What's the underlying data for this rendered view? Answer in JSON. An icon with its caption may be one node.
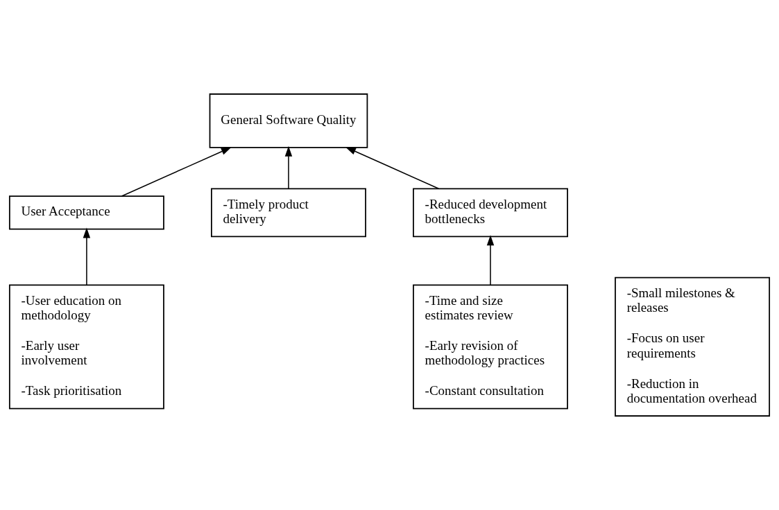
{
  "diagram": {
    "nodes": [
      {
        "text": [
          "General Software Quality"
        ]
      },
      {
        "text": [
          "User Acceptance"
        ]
      },
      {
        "text": [
          "-Timely product delivery"
        ]
      },
      {
        "text": [
          "-Reduced development bottlenecks"
        ]
      },
      {
        "text": [
          "-User education on methodology",
          "-Early user involvement",
          "-Task prioritisation"
        ]
      },
      {
        "text": [
          "-Small milestones & releases",
          "-Focus on user requirements",
          "-Reduction in documentation overhead"
        ]
      },
      {
        "text": [
          "-Time and size estimates review",
          "-Early revision of methodology practices",
          "-Constant consultation"
        ]
      }
    ],
    "edges": [
      {
        "from": 1,
        "to": 0,
        "arrow": "to"
      },
      {
        "from": 2,
        "to": 0,
        "arrow": "to"
      },
      {
        "from": 3,
        "to": 0,
        "arrow": "to"
      },
      {
        "from": 4,
        "to": 1,
        "arrow": "to"
      },
      {
        "from": 6,
        "to": 3,
        "arrow": "to"
      }
    ]
  }
}
